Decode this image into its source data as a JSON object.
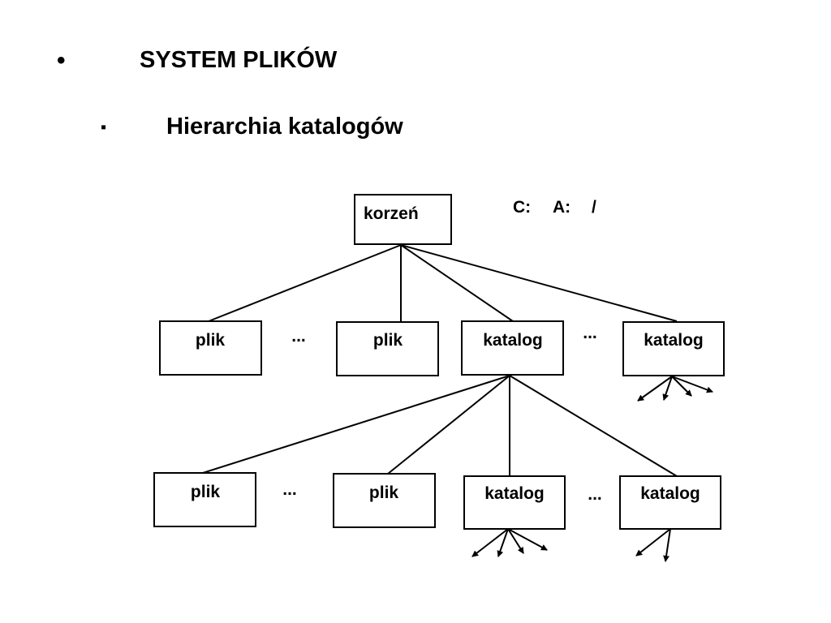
{
  "slide": {
    "bullet_main": "•",
    "title": "SYSTEM PLIKÓW",
    "bullet_sub": "▪",
    "subtitle": "Hierarchia katalogów"
  },
  "diagram": {
    "drive_labels": [
      "C:",
      "A:",
      "/"
    ],
    "root": {
      "label": "korzeń"
    },
    "level1": [
      {
        "label": "plik"
      },
      {
        "label": "...",
        "kind": "ellipsis"
      },
      {
        "label": "plik"
      },
      {
        "label": "katalog"
      },
      {
        "label": "...",
        "kind": "ellipsis"
      },
      {
        "label": "katalog"
      }
    ],
    "level2": [
      {
        "label": "plik"
      },
      {
        "label": "...",
        "kind": "ellipsis"
      },
      {
        "label": "plik"
      },
      {
        "label": "katalog"
      },
      {
        "label": "...",
        "kind": "ellipsis"
      },
      {
        "label": "katalog"
      }
    ]
  }
}
